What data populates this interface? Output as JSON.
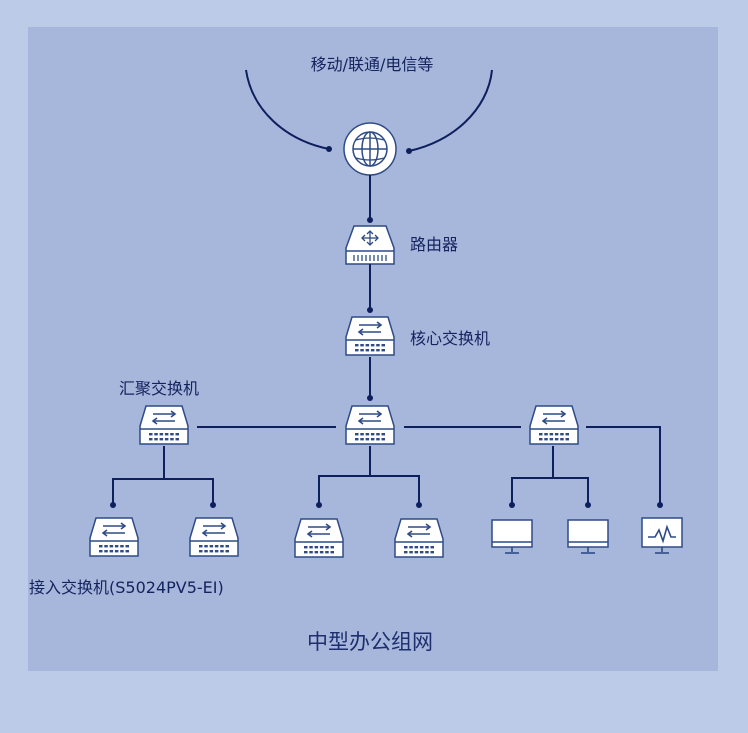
{
  "diagram": {
    "isp_label": "移动/联通/电信等",
    "router_label": "路由器",
    "core_label": "核心交换机",
    "aggregation_label": "汇聚交换机",
    "access_label": "接入交换机(S5024PV5-EI)",
    "title": "中型办公组网"
  },
  "icons": {
    "internet": "globe-icon",
    "router": "router-icon",
    "switch": "switch-icon",
    "pc": "monitor-icon",
    "monitor_station": "monitoring-screen-icon"
  },
  "colors": {
    "page_background": "#bccbe8",
    "panel_background": "#a7b6db",
    "line": "#0d1f5c",
    "device_stroke": "#2f4b86",
    "device_fill": "#ffffff"
  }
}
